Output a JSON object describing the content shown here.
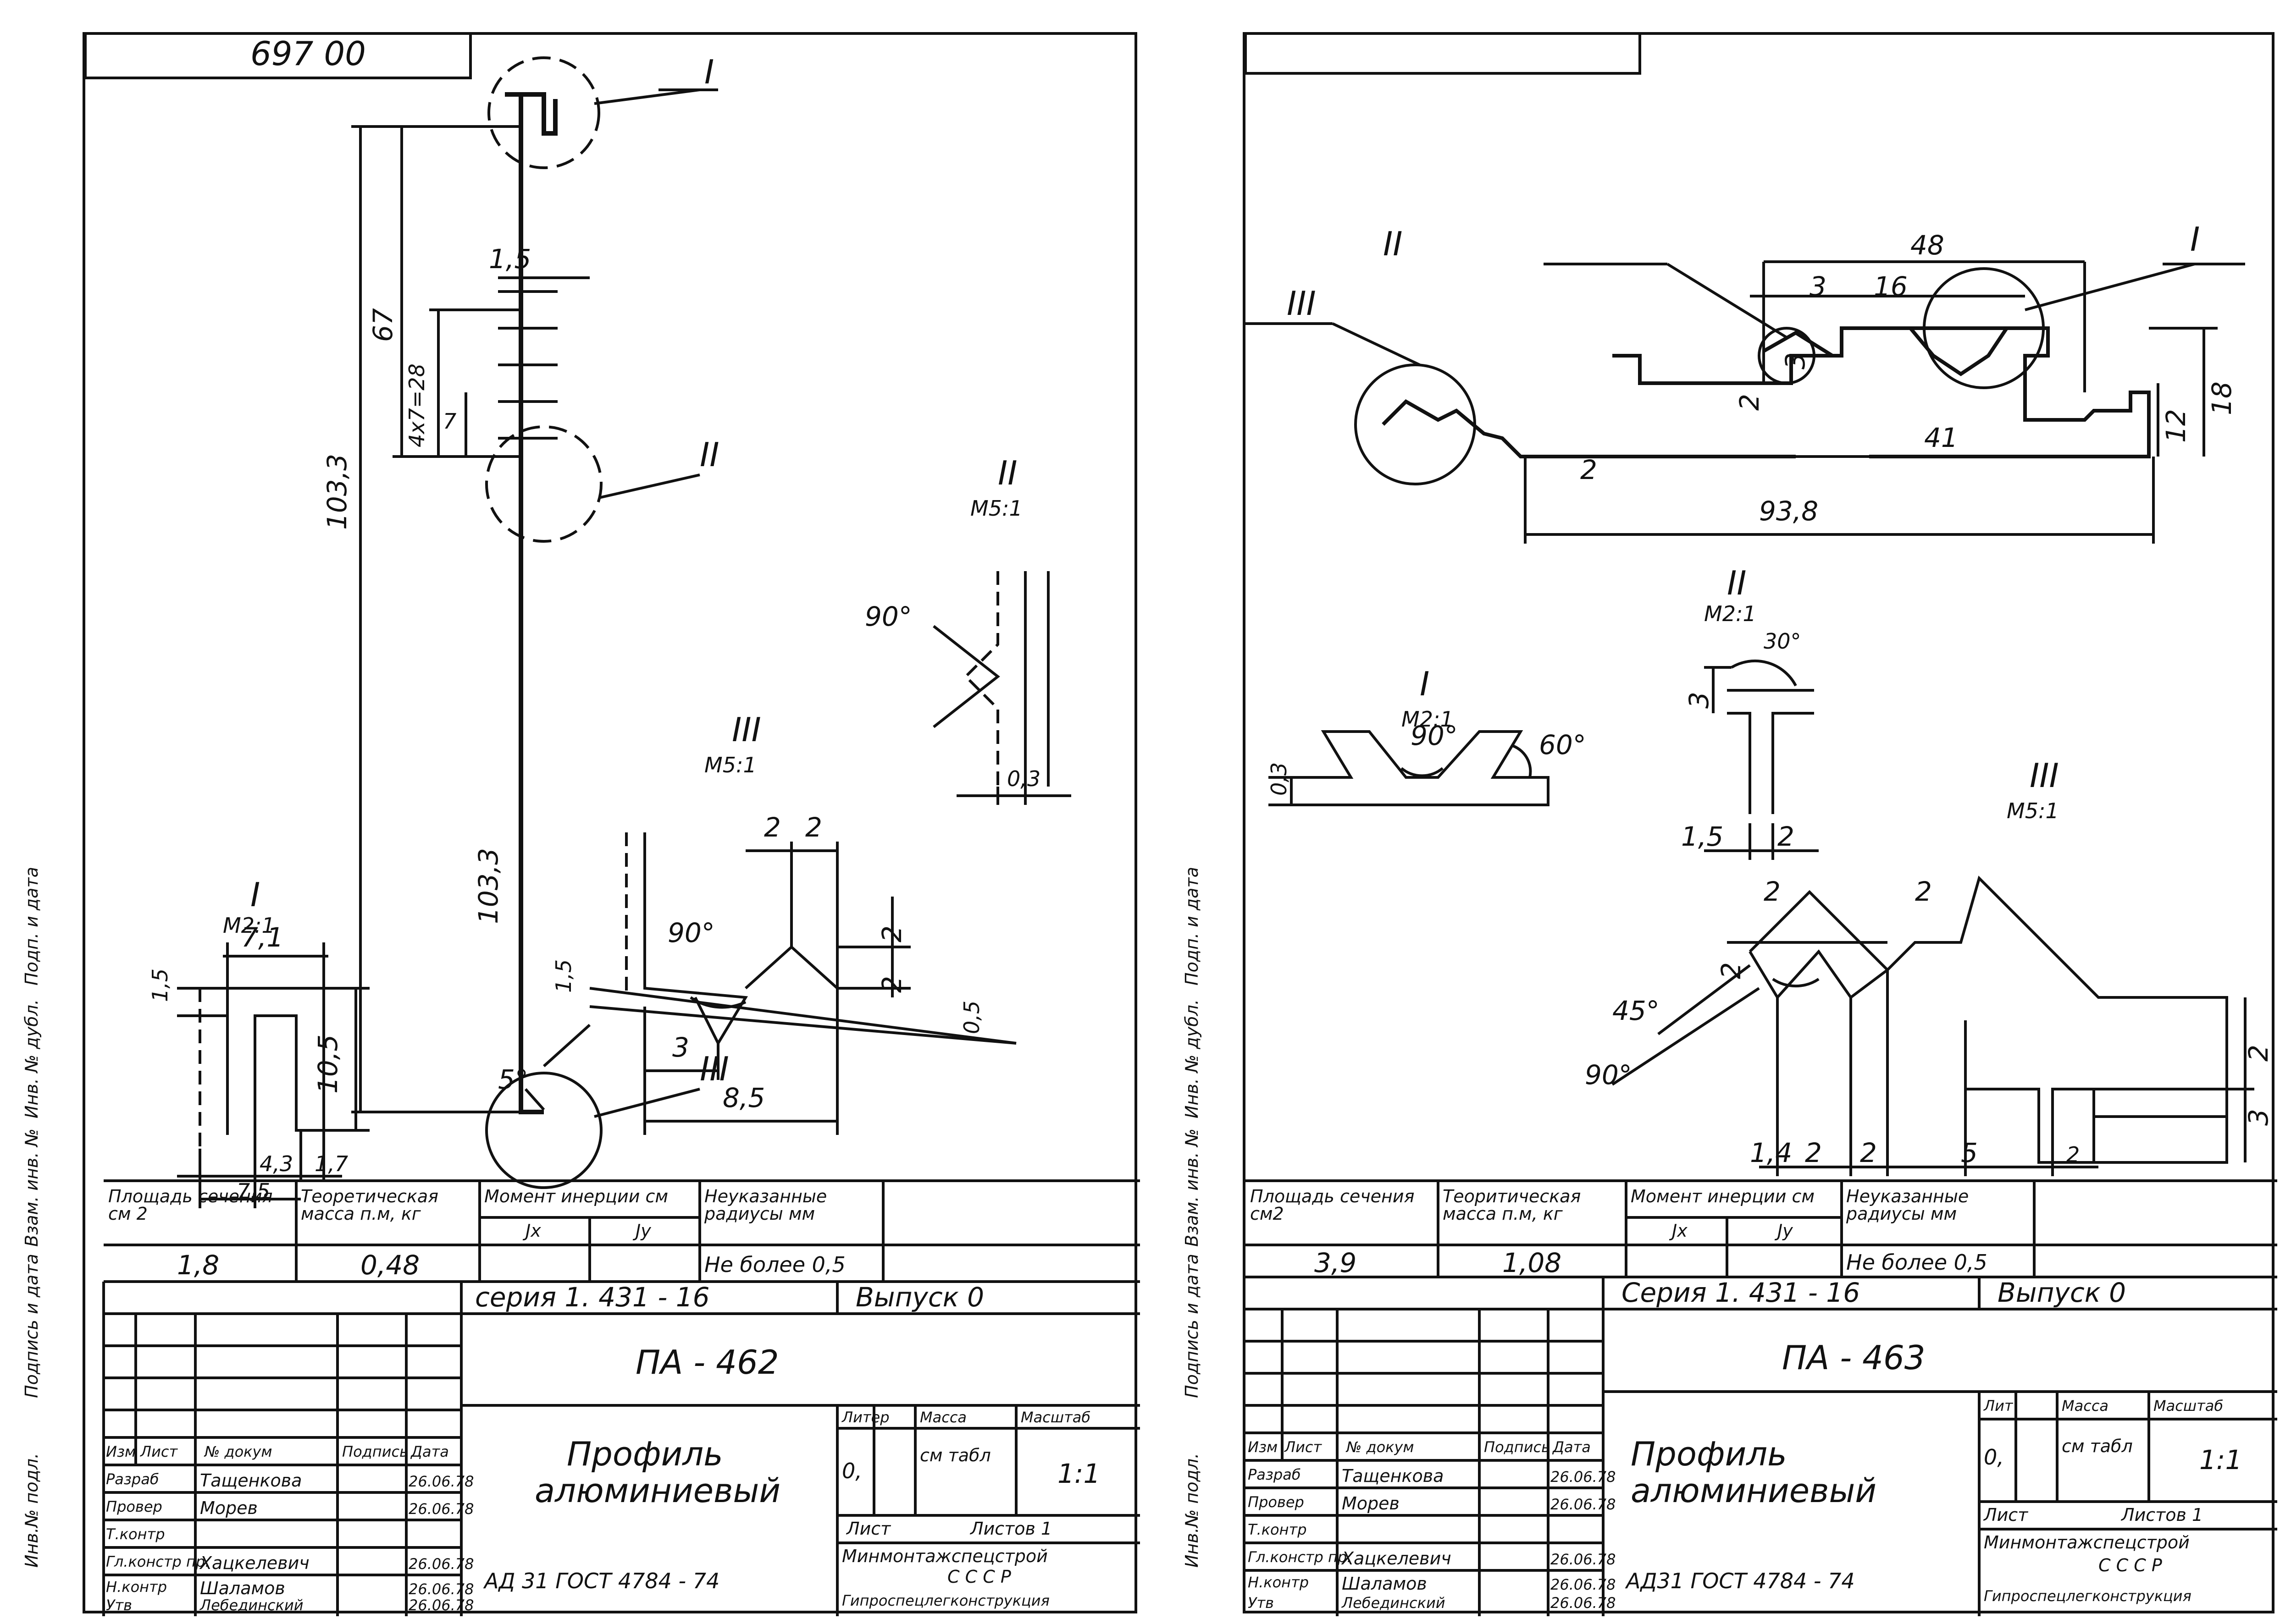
{
  "corner_note": "697 00",
  "left": {
    "detail_marks": {
      "I": "I",
      "II": "II",
      "III": "III"
    },
    "scales": {
      "I": "M2:1",
      "II": "M5:1",
      "III": "M5:1"
    },
    "dims": {
      "overall": "103,3",
      "upper": "67",
      "pitch": "4x7=28",
      "step": "7",
      "thick": "1,5",
      "i_width": "7,1",
      "i_top": "1,5",
      "i_height": "10,5",
      "i_b1": "4,3",
      "i_b2": "1,7",
      "i_total": "7,5",
      "ii_angle": "90°",
      "ii_thk": "0,3",
      "iii_a": "2",
      "iii_b": "2",
      "iii_h1": "2",
      "iii_h2": "2",
      "iii_angle": "90°",
      "iii_overall": "103,3",
      "iii_small": "1,5",
      "iii_slope": "5°",
      "iii_w": "3",
      "iii_total": "8,5",
      "iii_r": "0,5"
    },
    "props": {
      "h_area": "Площадь сечения см 2",
      "h_mass": "Теоретическая масса п.м, кг",
      "h_moment": "Момент инерции см",
      "h_jx": "Jx",
      "h_jy": "Jy",
      "h_radius": "Неуказанные радиусы мм",
      "area": "1,8",
      "mass": "0,48",
      "radius": "Не более 0,5"
    },
    "stamp": {
      "series": "серия  1. 431 - 16",
      "issue": "Выпуск 0",
      "code": "ПА - 462",
      "title1": "Профиль",
      "title2": "алюминиевый",
      "h_lit": "Литер",
      "h_mass": "Масса",
      "h_scale": "Масштаб",
      "lit": "0,",
      "mass": "см табл",
      "scale": "1:1",
      "sheet": "Лист",
      "sheets": "Листов 1",
      "org1": "Минмонтажспецстрой",
      "org2": "С С С Р",
      "org3": "Гипроспецлегконструкция",
      "material": "АД 31   ГОСТ 4784 - 74",
      "head": [
        "Изм",
        "Лист",
        "№ докум",
        "Подпись",
        "Дата"
      ],
      "rows": [
        {
          "role": "Разраб",
          "name": "Тащенкова",
          "date": "26.06.78"
        },
        {
          "role": "Провер",
          "name": "Морев",
          "date": "26.06.78"
        },
        {
          "role": "Т.контр",
          "name": "",
          "date": ""
        },
        {
          "role": "Гл.констр пр.",
          "name": "Хацкелевич",
          "date": "26.06.78"
        },
        {
          "role": "Н.контр",
          "name": "Шаламов",
          "date": "26.06.78"
        },
        {
          "role": "Утв",
          "name": "Лебединский",
          "date": "26.06.78"
        }
      ]
    }
  },
  "right": {
    "detail_marks": {
      "I": "I",
      "II": "II",
      "III": "III"
    },
    "scales": {
      "I": "M2:1",
      "II": "M2:1",
      "III": "M5:1"
    },
    "dims": {
      "top": "48",
      "s3": "3",
      "s16": "16",
      "s2v": "2",
      "s3v": "3",
      "h12": "12",
      "h18": "18",
      "bot2": "2",
      "mid41": "41",
      "total": "93,8",
      "i_h": "0,3",
      "i_angle": "90°",
      "i_side": "60°",
      "ii_angle": "30°",
      "ii_h": "3",
      "ii_w1": "1,5",
      "ii_w2": "2",
      "iii_t1": "2",
      "iii_t2": "2",
      "iii_l": "2",
      "iii_a1": "45°",
      "iii_a2": "90°",
      "iii_b1": "1,4",
      "iii_b2": "2",
      "iii_b3": "2",
      "iii_b4": "5",
      "iii_b5": "2",
      "iii_r1": "2",
      "iii_r2": "3"
    },
    "props": {
      "h_area": "Площадь сечения см2",
      "h_mass": "Теоритическая масса п.м, кг",
      "h_moment": "Момент инерции см",
      "h_jx": "Jx",
      "h_jy": "Jy",
      "h_radius": "Неуказанные радиусы мм",
      "area": "3,9",
      "mass": "1,08",
      "radius": "Не более 0,5"
    },
    "stamp": {
      "series": "Серия  1. 431 - 16",
      "issue": "Выпуск 0",
      "code": "ПА - 463",
      "title1": "Профиль",
      "title2": "алюминиевый",
      "h_lit": "Лит",
      "h_mass": "Масса",
      "h_scale": "Масштаб",
      "lit": "0,",
      "mass": "см табл",
      "scale": "1:1",
      "sheet": "Лист",
      "sheets": "Листов 1",
      "org1": "Минмонтажспецстрой",
      "org2": "С С С Р",
      "org3": "Гипроспецлегконструкция",
      "material": "АД31   ГОСТ 4784 - 74",
      "head": [
        "Изм",
        "Лист",
        "№ докум",
        "Подпись",
        "Дата"
      ],
      "rows": [
        {
          "role": "Разраб",
          "name": "Тащенкова",
          "date": "26.06.78"
        },
        {
          "role": "Провер",
          "name": "Морев",
          "date": "26.06.78"
        },
        {
          "role": "Т.контр",
          "name": "",
          "date": ""
        },
        {
          "role": "Гл.констр пр.",
          "name": "Хацкелевич",
          "date": "26.06.78"
        },
        {
          "role": "Н.контр",
          "name": "Шаламов",
          "date": "26.06.78"
        },
        {
          "role": "Утв",
          "name": "Лебединский",
          "date": "26.06.78"
        }
      ]
    }
  },
  "margin_labels": [
    "Инв.№ подл.",
    "Подпись и дата",
    "Взам. инв. №",
    "Инв. № дубл.",
    "Подп. и дата"
  ]
}
